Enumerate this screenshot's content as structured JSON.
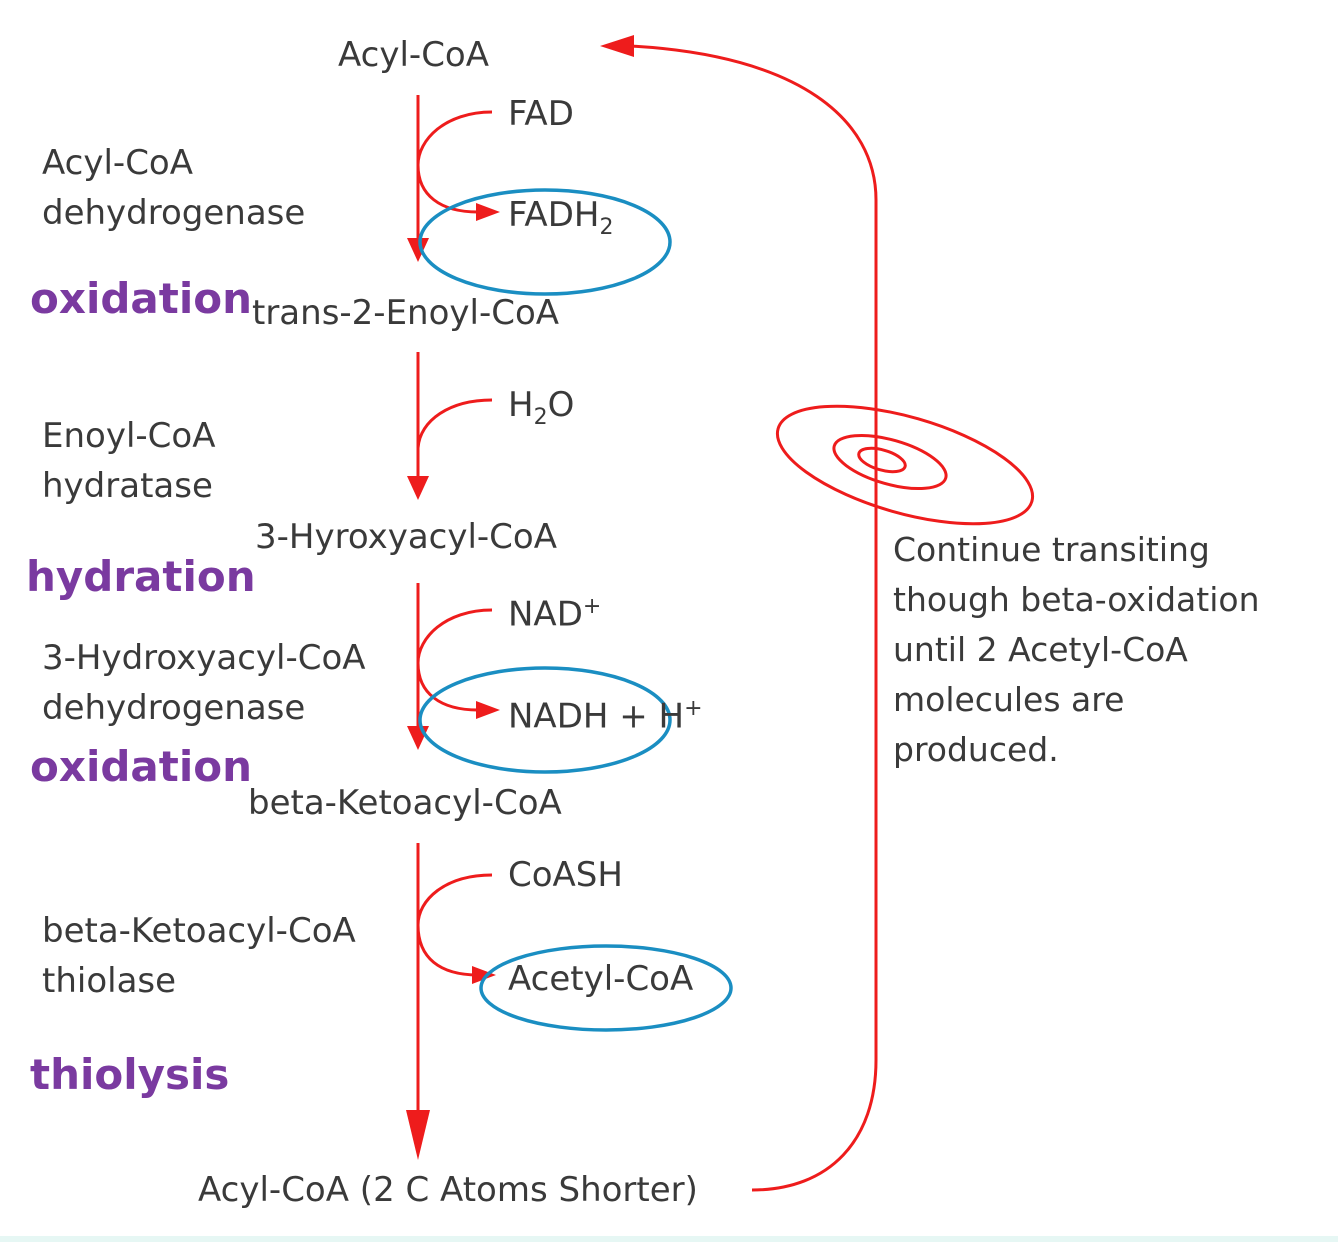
{
  "metabolites": {
    "acyl_coa": "Acyl-CoA",
    "enoyl_coa": "trans-2-Enoyl-CoA",
    "hydroxyacyl_coa": "3-Hyroxyacyl-CoA",
    "ketoacyl_coa": "beta-Ketoacyl-CoA",
    "product": "Acyl-CoA (2 C Atoms Shorter)"
  },
  "cofactors": {
    "fad": "FAD",
    "fadh2_base": "FADH",
    "fadh2_sub": "2",
    "water_h": "H",
    "water_sub": "2",
    "water_o": "O",
    "nad_base": "NAD",
    "nad_sup": "+",
    "nadh": "NADH + H",
    "nadh_sup": "+",
    "coash": "CoASH",
    "acetyl_coa": "Acetyl-CoA"
  },
  "enzymes": {
    "dehydrogenase_1_line1": "Acyl-CoA",
    "dehydrogenase_1_line2": "dehydrogenase",
    "hydratase_line1": "Enoyl-CoA",
    "hydratase_line2": "hydratase",
    "dehydrogenase_2_line1": "3-Hydroxyacyl-CoA",
    "dehydrogenase_2_line2": "dehydrogenase",
    "thiolase_line1": "beta-Ketoacyl-CoA",
    "thiolase_line2": "thiolase"
  },
  "steps": {
    "step1": "oxidation",
    "step2": "hydration",
    "step3": "oxidation",
    "step4": "thiolysis"
  },
  "note": {
    "line1": "Continue transiting",
    "line2": "though beta-oxidation",
    "line3": "until 2 Acetyl-CoA",
    "line4": "molecules are",
    "line5": "produced."
  },
  "colors": {
    "arrow": "#ee1c1c",
    "highlight_ring": "#1a8ec2",
    "step_label": "#7a3aa0",
    "text": "#3a3a3a"
  }
}
